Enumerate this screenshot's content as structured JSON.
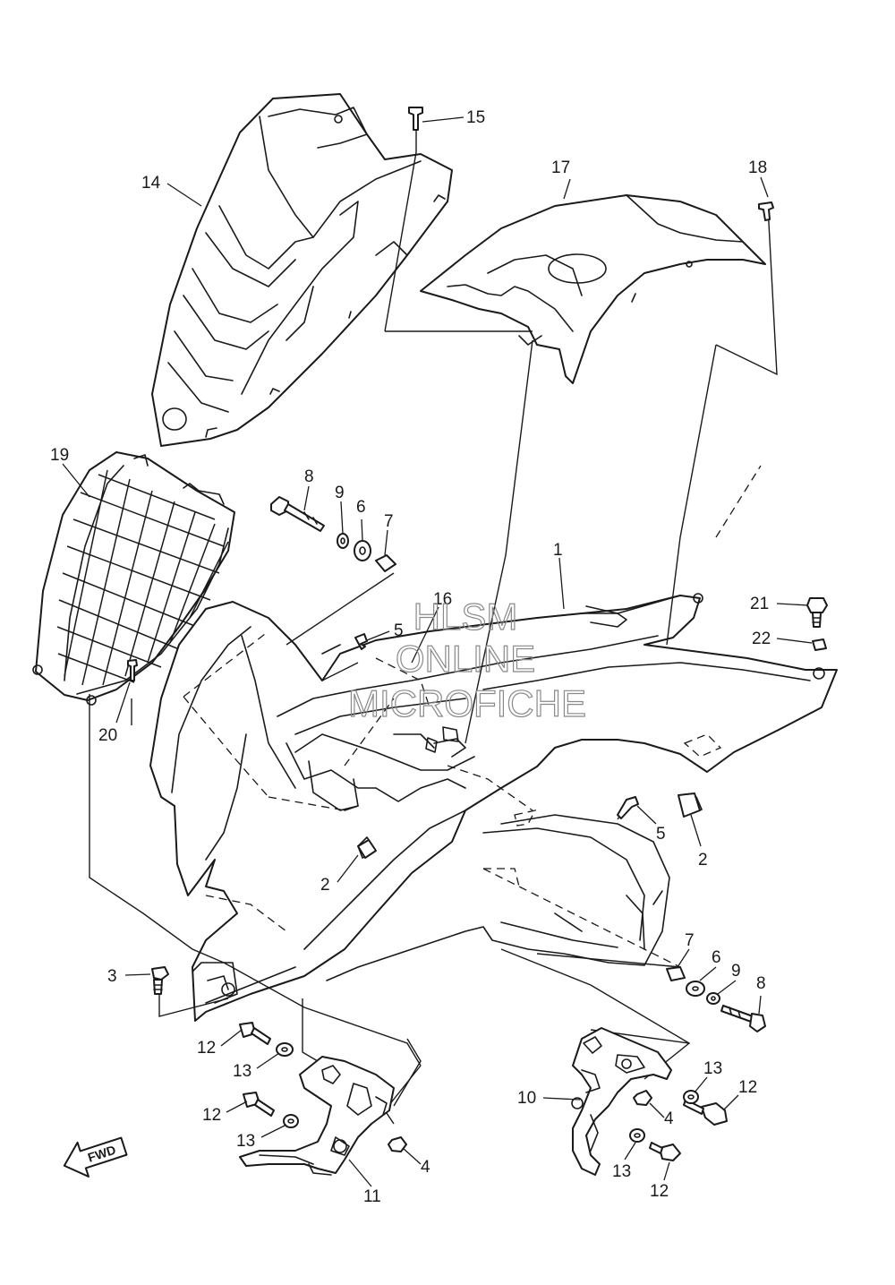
{
  "diagram": {
    "callouts": [
      {
        "id": "c-15",
        "text": "15"
      },
      {
        "id": "c-17",
        "text": "17"
      },
      {
        "id": "c-18",
        "text": "18"
      },
      {
        "id": "c-14",
        "text": "14"
      },
      {
        "id": "c-19",
        "text": "19"
      },
      {
        "id": "c-8a",
        "text": "8"
      },
      {
        "id": "c-9a",
        "text": "9"
      },
      {
        "id": "c-6a",
        "text": "6"
      },
      {
        "id": "c-7a",
        "text": "7"
      },
      {
        "id": "c-1",
        "text": "1"
      },
      {
        "id": "c-16",
        "text": "16"
      },
      {
        "id": "c-5a",
        "text": "5"
      },
      {
        "id": "c-21",
        "text": "21"
      },
      {
        "id": "c-22",
        "text": "22"
      },
      {
        "id": "c-20",
        "text": "20"
      },
      {
        "id": "c-5b",
        "text": "5"
      },
      {
        "id": "c-2a",
        "text": "2"
      },
      {
        "id": "c-2b",
        "text": "2"
      },
      {
        "id": "c-3",
        "text": "3"
      },
      {
        "id": "c-7b",
        "text": "7"
      },
      {
        "id": "c-6b",
        "text": "6"
      },
      {
        "id": "c-9b",
        "text": "9"
      },
      {
        "id": "c-8b",
        "text": "8"
      },
      {
        "id": "c-12a",
        "text": "12"
      },
      {
        "id": "c-13a",
        "text": "13"
      },
      {
        "id": "c-12b",
        "text": "12"
      },
      {
        "id": "c-13b",
        "text": "13"
      },
      {
        "id": "c-11",
        "text": "11"
      },
      {
        "id": "c-4a",
        "text": "4"
      },
      {
        "id": "c-10",
        "text": "10"
      },
      {
        "id": "c-13c",
        "text": "13"
      },
      {
        "id": "c-12c",
        "text": "12"
      },
      {
        "id": "c-4b",
        "text": "4"
      },
      {
        "id": "c-13d",
        "text": "13"
      },
      {
        "id": "c-12d",
        "text": "12"
      }
    ],
    "watermark": {
      "line1": "HLSM",
      "line2": "ONLINE",
      "line3": "MICROFICHE"
    },
    "direction_badge": "FWD"
  }
}
